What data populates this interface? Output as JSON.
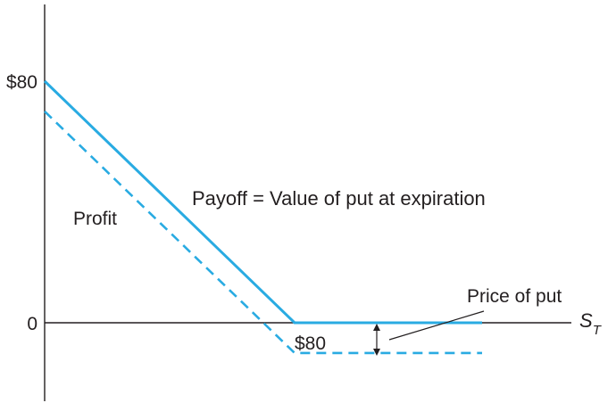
{
  "chart_data": {
    "type": "line",
    "title": "",
    "xlabel": "S",
    "xlabel_subscript": "T",
    "ylabel": "",
    "strike": 80,
    "put_price": 10,
    "xlim": [
      0,
      180
    ],
    "ylim": [
      -30,
      105
    ],
    "y_tick_labels": [
      "$80",
      "0"
    ],
    "x_tick_labels": [
      "$80"
    ],
    "series": [
      {
        "style": "solid",
        "x": [
          0,
          80,
          140
        ],
        "y": [
          80,
          0,
          0
        ]
      },
      {
        "style": "dashed",
        "x": [
          0,
          80,
          140
        ],
        "y": [
          70,
          -10,
          -10
        ]
      }
    ],
    "annotations": {
      "payoff": "Payoff = Value of put at expiration",
      "profit": "Profit",
      "price_of_put": "Price of put"
    },
    "colors": {
      "lines": "#29abe2",
      "axes": "#231f20"
    }
  }
}
